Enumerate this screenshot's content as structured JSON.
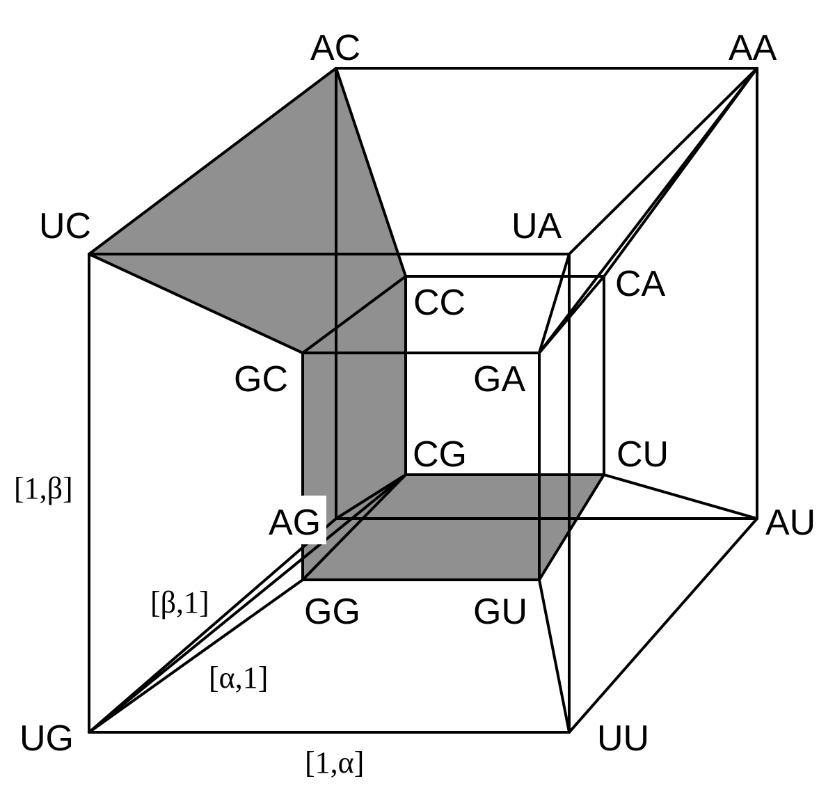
{
  "diagram": {
    "colors": {
      "line": "#000000",
      "shade": "#909090",
      "background": "#ffffff"
    },
    "vertex_labels": {
      "AC": "AC",
      "AA": "AA",
      "UC": "UC",
      "UA": "UA",
      "CC": "CC",
      "CA": "CA",
      "GC": "GC",
      "GA": "GA",
      "CG": "CG",
      "CU": "CU",
      "AG": "AG",
      "AU": "AU",
      "GG": "GG",
      "GU": "GU",
      "UG": "UG",
      "UU": "UU"
    },
    "edge_labels": {
      "one_beta": "[1,β]",
      "beta_one": "[β,1]",
      "alpha_one": "[α,1]",
      "one_alpha": "[1,α]"
    }
  }
}
